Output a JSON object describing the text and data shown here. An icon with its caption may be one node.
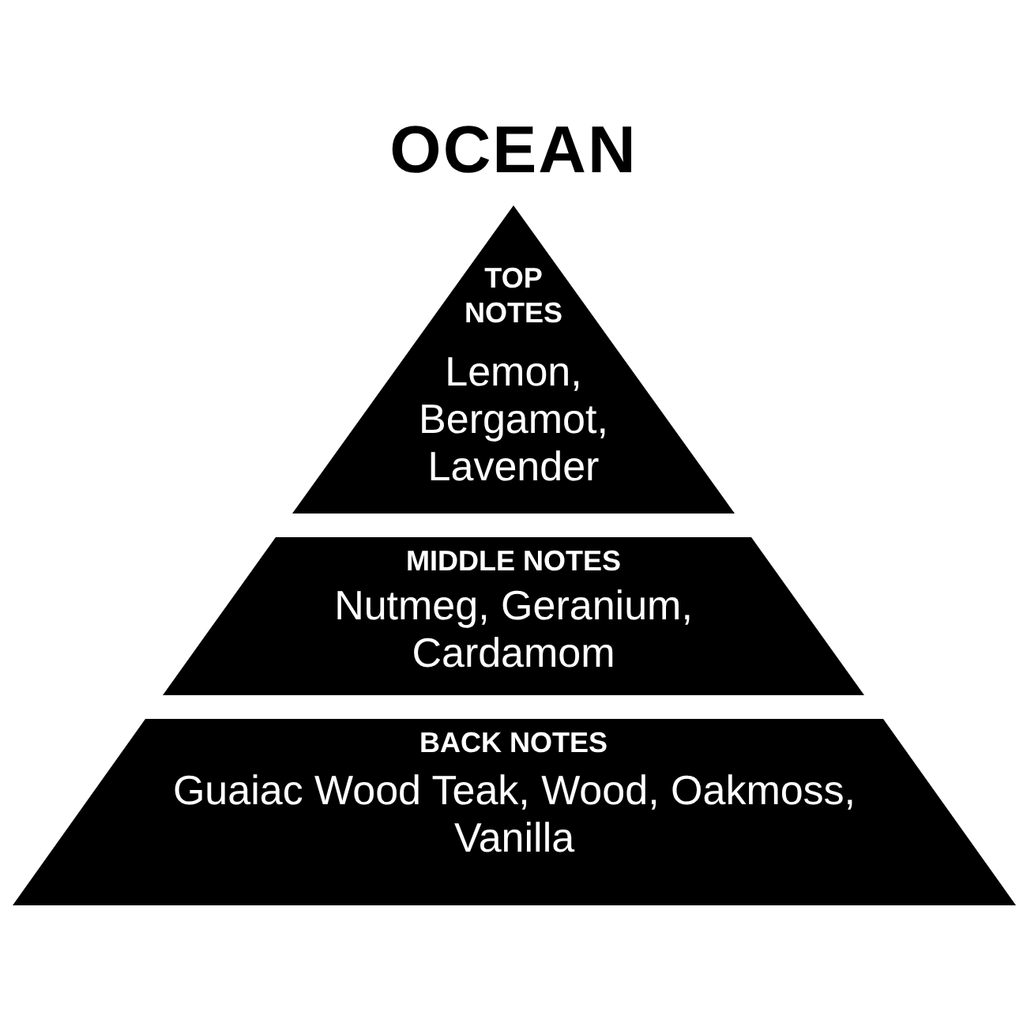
{
  "diagram": {
    "title": "OCEAN",
    "nodes": [
      {
        "text": [
          "TOP NOTES",
          "Lemon, Bergamot, Lavender"
        ]
      },
      {
        "text": [
          "MIDDLE NOTES",
          "Nutmeg, Geranium, Cardamom"
        ]
      },
      {
        "text": [
          "BACK NOTES",
          "Guaiac Wood Teak, Wood, Oakmoss, Vanilla"
        ]
      }
    ]
  }
}
